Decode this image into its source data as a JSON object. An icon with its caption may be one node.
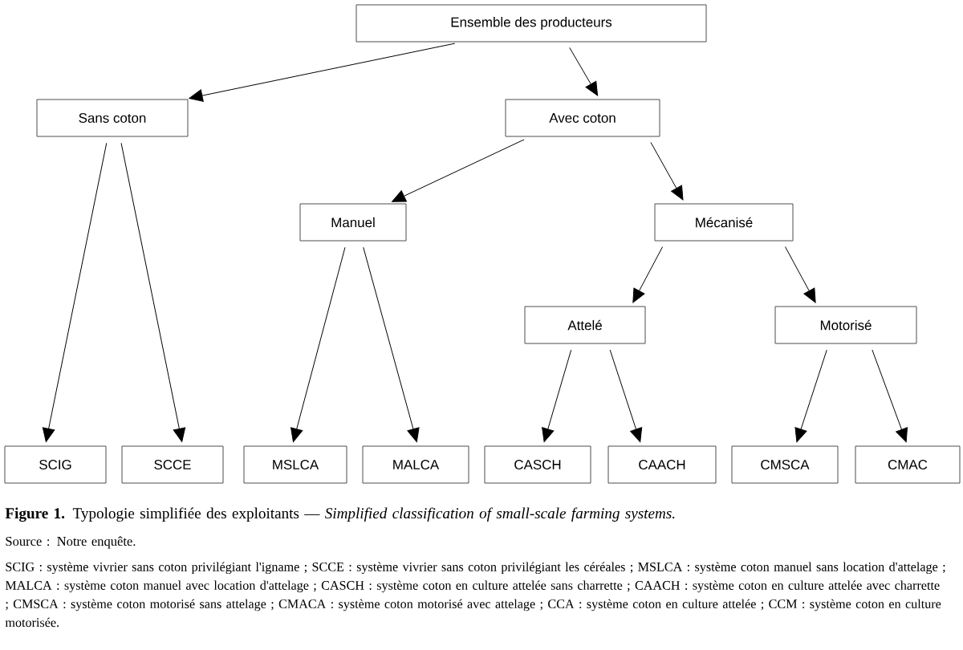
{
  "diagram": {
    "caption": "**Figure 1.** Typologie simplifiée des exploitants — *Simplified classification of small-scale farming systems.*",
    "nodes": [
      {
        "text": [
          "Ensemble des producteurs"
        ]
      },
      {
        "text": [
          "Sans coton"
        ]
      },
      {
        "text": [
          "Avec coton"
        ]
      },
      {
        "text": [
          "Manuel"
        ]
      },
      {
        "text": [
          "Mécanisé"
        ]
      },
      {
        "text": [
          "Attelé"
        ]
      },
      {
        "text": [
          "Motorisé"
        ]
      },
      {
        "text": [
          "SCIG"
        ]
      },
      {
        "text": [
          "SCCE"
        ]
      },
      {
        "text": [
          "MSLCA"
        ]
      },
      {
        "text": [
          "MALCA"
        ]
      },
      {
        "text": [
          "CASCH"
        ]
      },
      {
        "text": [
          "CAACH"
        ]
      },
      {
        "text": [
          "CMSCA"
        ]
      },
      {
        "text": [
          "CMAC"
        ]
      }
    ],
    "edges": [
      {
        "from": 0,
        "to": 1,
        "arrow": "to"
      },
      {
        "from": 0,
        "to": 2,
        "arrow": "to"
      },
      {
        "from": 1,
        "to": 7,
        "arrow": "to"
      },
      {
        "from": 1,
        "to": 8,
        "arrow": "to"
      },
      {
        "from": 2,
        "to": 3,
        "arrow": "to"
      },
      {
        "from": 2,
        "to": 4,
        "arrow": "to"
      },
      {
        "from": 3,
        "to": 9,
        "arrow": "to"
      },
      {
        "from": 3,
        "to": 10,
        "arrow": "to"
      },
      {
        "from": 4,
        "to": 5,
        "arrow": "to"
      },
      {
        "from": 4,
        "to": 6,
        "arrow": "to"
      },
      {
        "from": 5,
        "to": 11,
        "arrow": "to"
      },
      {
        "from": 5,
        "to": 12,
        "arrow": "to"
      },
      {
        "from": 6,
        "to": 13,
        "arrow": "to"
      },
      {
        "from": 6,
        "to": 14,
        "arrow": "to"
      }
    ],
    "labels": [
      "Source : Notre enquête.",
      "SCIG : système vivrier sans coton privilégiant l'igname ; SCCE : système vivrier sans coton privilégiant les céréales ; MSLCA : système coton manuel sans location d'attelage ; MALCA : système coton manuel avec location d'attelage ; CASCH : système coton en culture attelée sans charrette ; CAACH : système coton en culture attelée avec charrette ; CMSCA : système coton motorisé sans attelage ; CMACA : système coton motorisé avec attelage ; CCA : système coton en culture attelée ; CCM : système coton en culture motorisée."
    ]
  }
}
